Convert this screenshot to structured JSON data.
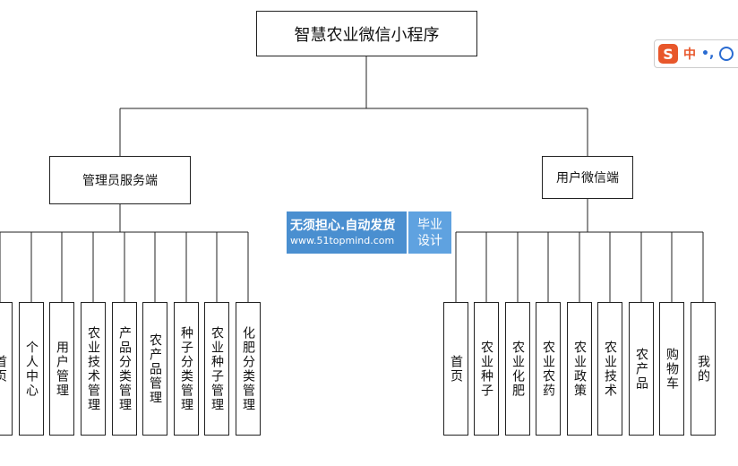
{
  "root": "智慧农业微信小程序",
  "admin": {
    "label": "管理员服务端",
    "items": [
      "首页",
      "个人中心",
      "用户管理",
      "农业技术管理",
      "产品分类管理",
      "农产品管理",
      "种子分类管理",
      "农业种子管理",
      "化肥分类管理"
    ]
  },
  "user": {
    "label": "用户微信端",
    "items": [
      "首页",
      "农业种子",
      "农业化肥",
      "农业农药",
      "农业政策",
      "农业技术",
      "农产品",
      "购物车",
      "我的"
    ]
  },
  "watermark": {
    "line1": "无须担心.自动发货",
    "line2": "www.51topmind.com",
    "badge1": "毕业",
    "badge2": "设计",
    "color": "#4a8fd0"
  },
  "ime": {
    "logo": "S",
    "lang": "中",
    "punct": "•,",
    "icon": "smiley-icon"
  }
}
